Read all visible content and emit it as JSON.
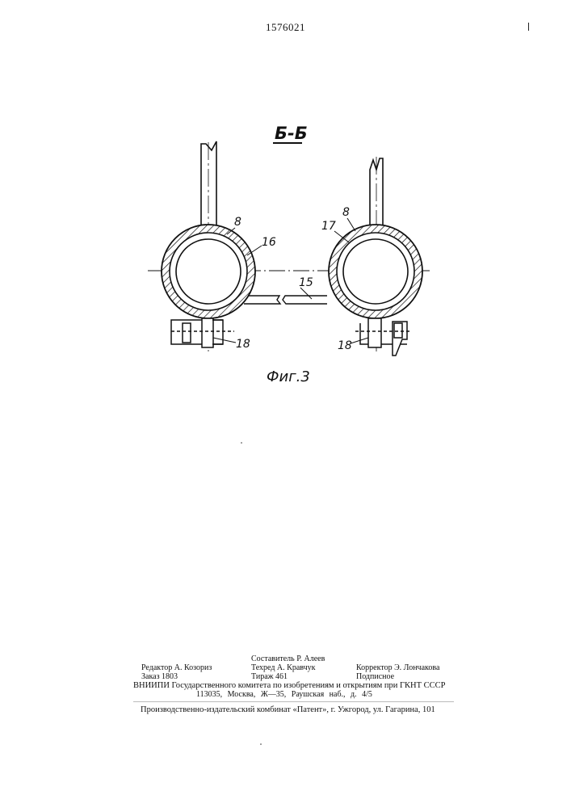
{
  "header": {
    "patent_number": "1576021"
  },
  "figure": {
    "section_label": "Б-Б",
    "caption": "Фиг.3",
    "callouts": [
      "8",
      "16",
      "15",
      "8",
      "17",
      "18",
      "18"
    ]
  },
  "imprint": {
    "composer": "Составитель Р. Алеев",
    "editor": "Редактор А. Козориз",
    "tech_editor": "Техред А. Кравчук",
    "corrector": "Корректор Э. Лончакова",
    "order": "Заказ 1803",
    "circulation": "Тираж 461",
    "subscription": "Подписное",
    "institute": "ВНИИПИ Государственного комитета по изобретениям и открытиям при ГКНТ СССР",
    "address": "113035, Москва, Ж—35, Раушская наб., д. 4/5",
    "plant": "Производственно-издательский комбинат «Патент», г. Ужгород, ул. Гагарина, 101"
  }
}
